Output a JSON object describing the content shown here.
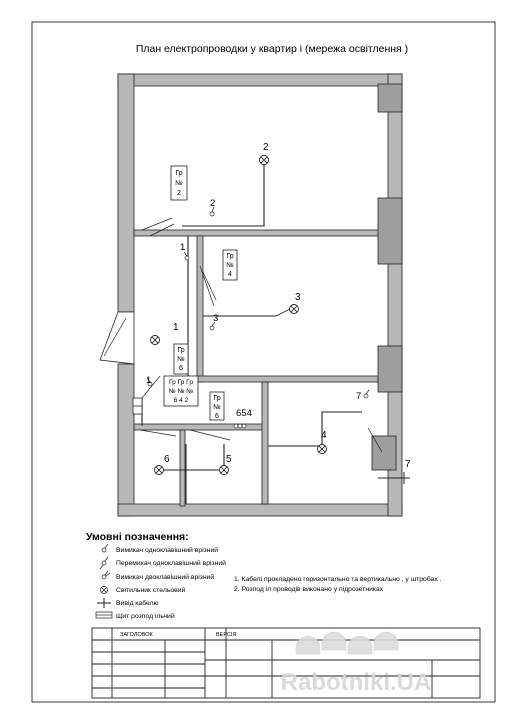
{
  "title": "План електропроводки у квартир і (мережа освітлення )",
  "rooms": {
    "lamp_labels": [
      "1",
      "2",
      "3",
      "4",
      "5",
      "6"
    ],
    "switch_labels": [
      "1",
      "2",
      "3",
      "1",
      "7",
      "654"
    ],
    "exit_label": "7"
  },
  "groups": [
    {
      "id": "gr2",
      "lines": [
        "Гр",
        "№",
        "2"
      ]
    },
    {
      "id": "gr4",
      "lines": [
        "Гр",
        "№",
        "4"
      ]
    },
    {
      "id": "gr6a",
      "lines": [
        "Гр",
        "№",
        "6"
      ]
    },
    {
      "id": "gr642",
      "lines": [
        "Гр Гр Гр",
        "№ № №",
        "6  4  2"
      ]
    },
    {
      "id": "gr6b",
      "lines": [
        "Гр",
        "№",
        "6"
      ]
    }
  ],
  "legend": {
    "heading": "Умовні позначення:",
    "items": [
      {
        "icon": "single-switch-icon",
        "label": "Вимикач одноклавішний врізний"
      },
      {
        "icon": "pass-switch-icon",
        "label": "Перемикач одноклавішний врізний"
      },
      {
        "icon": "double-switch-icon",
        "label": "Вимикач двоклавішний врізний"
      },
      {
        "icon": "ceiling-lamp-icon",
        "label": "Світильник стельовий"
      },
      {
        "icon": "cable-exit-icon",
        "label": "Вивід кабелю"
      },
      {
        "icon": "distribution-board-icon",
        "label": "Щит розпод ільчий"
      }
    ]
  },
  "notes": [
    "1. Кабелі прокладено горизонтально та вертикально , у штробах .",
    "2. Розпод іл проводів виконано у підрозетниках"
  ],
  "stamp": {
    "cell_a": "ЗАГОЛОВОК",
    "cell_b": "ВЕРСІЯ"
  },
  "watermark": "Rabotniki.UA"
}
